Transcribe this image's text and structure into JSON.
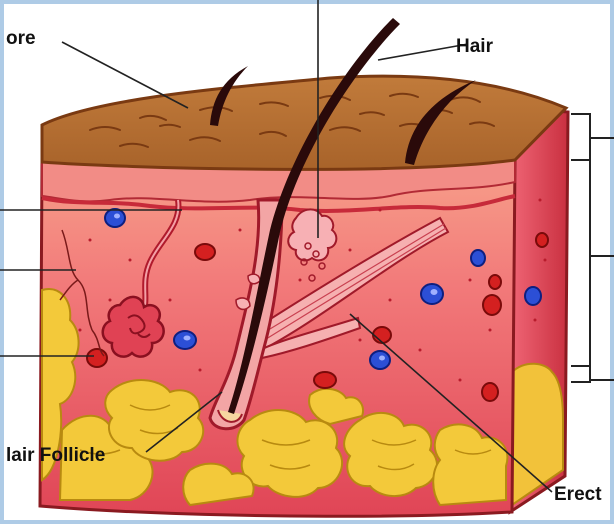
{
  "labels": {
    "pore": "ore",
    "hair": "Hair",
    "follicle": "lair Follicle",
    "erector": "Erect"
  },
  "colors": {
    "background": "#ffffff",
    "border": "#aecbe6",
    "epidermis_top": "#b8742e",
    "epidermis": "#f08a8a",
    "dermis": "#f06070",
    "fat": "#f3c93a",
    "hair": "#2a0a0a",
    "vessel_blue": "#2c4fd6",
    "vessel_red": "#d42020"
  }
}
